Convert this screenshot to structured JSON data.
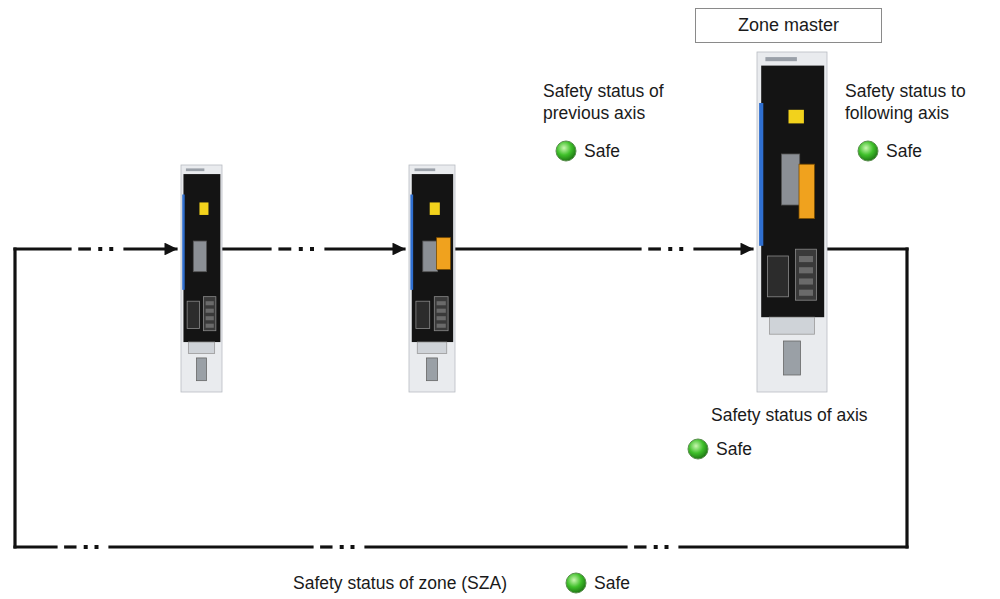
{
  "diagram": {
    "nodes": [
      {
        "text": [
          "Zone master"
        ]
      }
    ],
    "labels": [
      "Safety status of previous axis",
      "Safe",
      "Safety status to following axis",
      "Safe",
      "Safety status of axis",
      "Safe",
      "Safety status of zone (SZA)",
      "Safe"
    ]
  }
}
